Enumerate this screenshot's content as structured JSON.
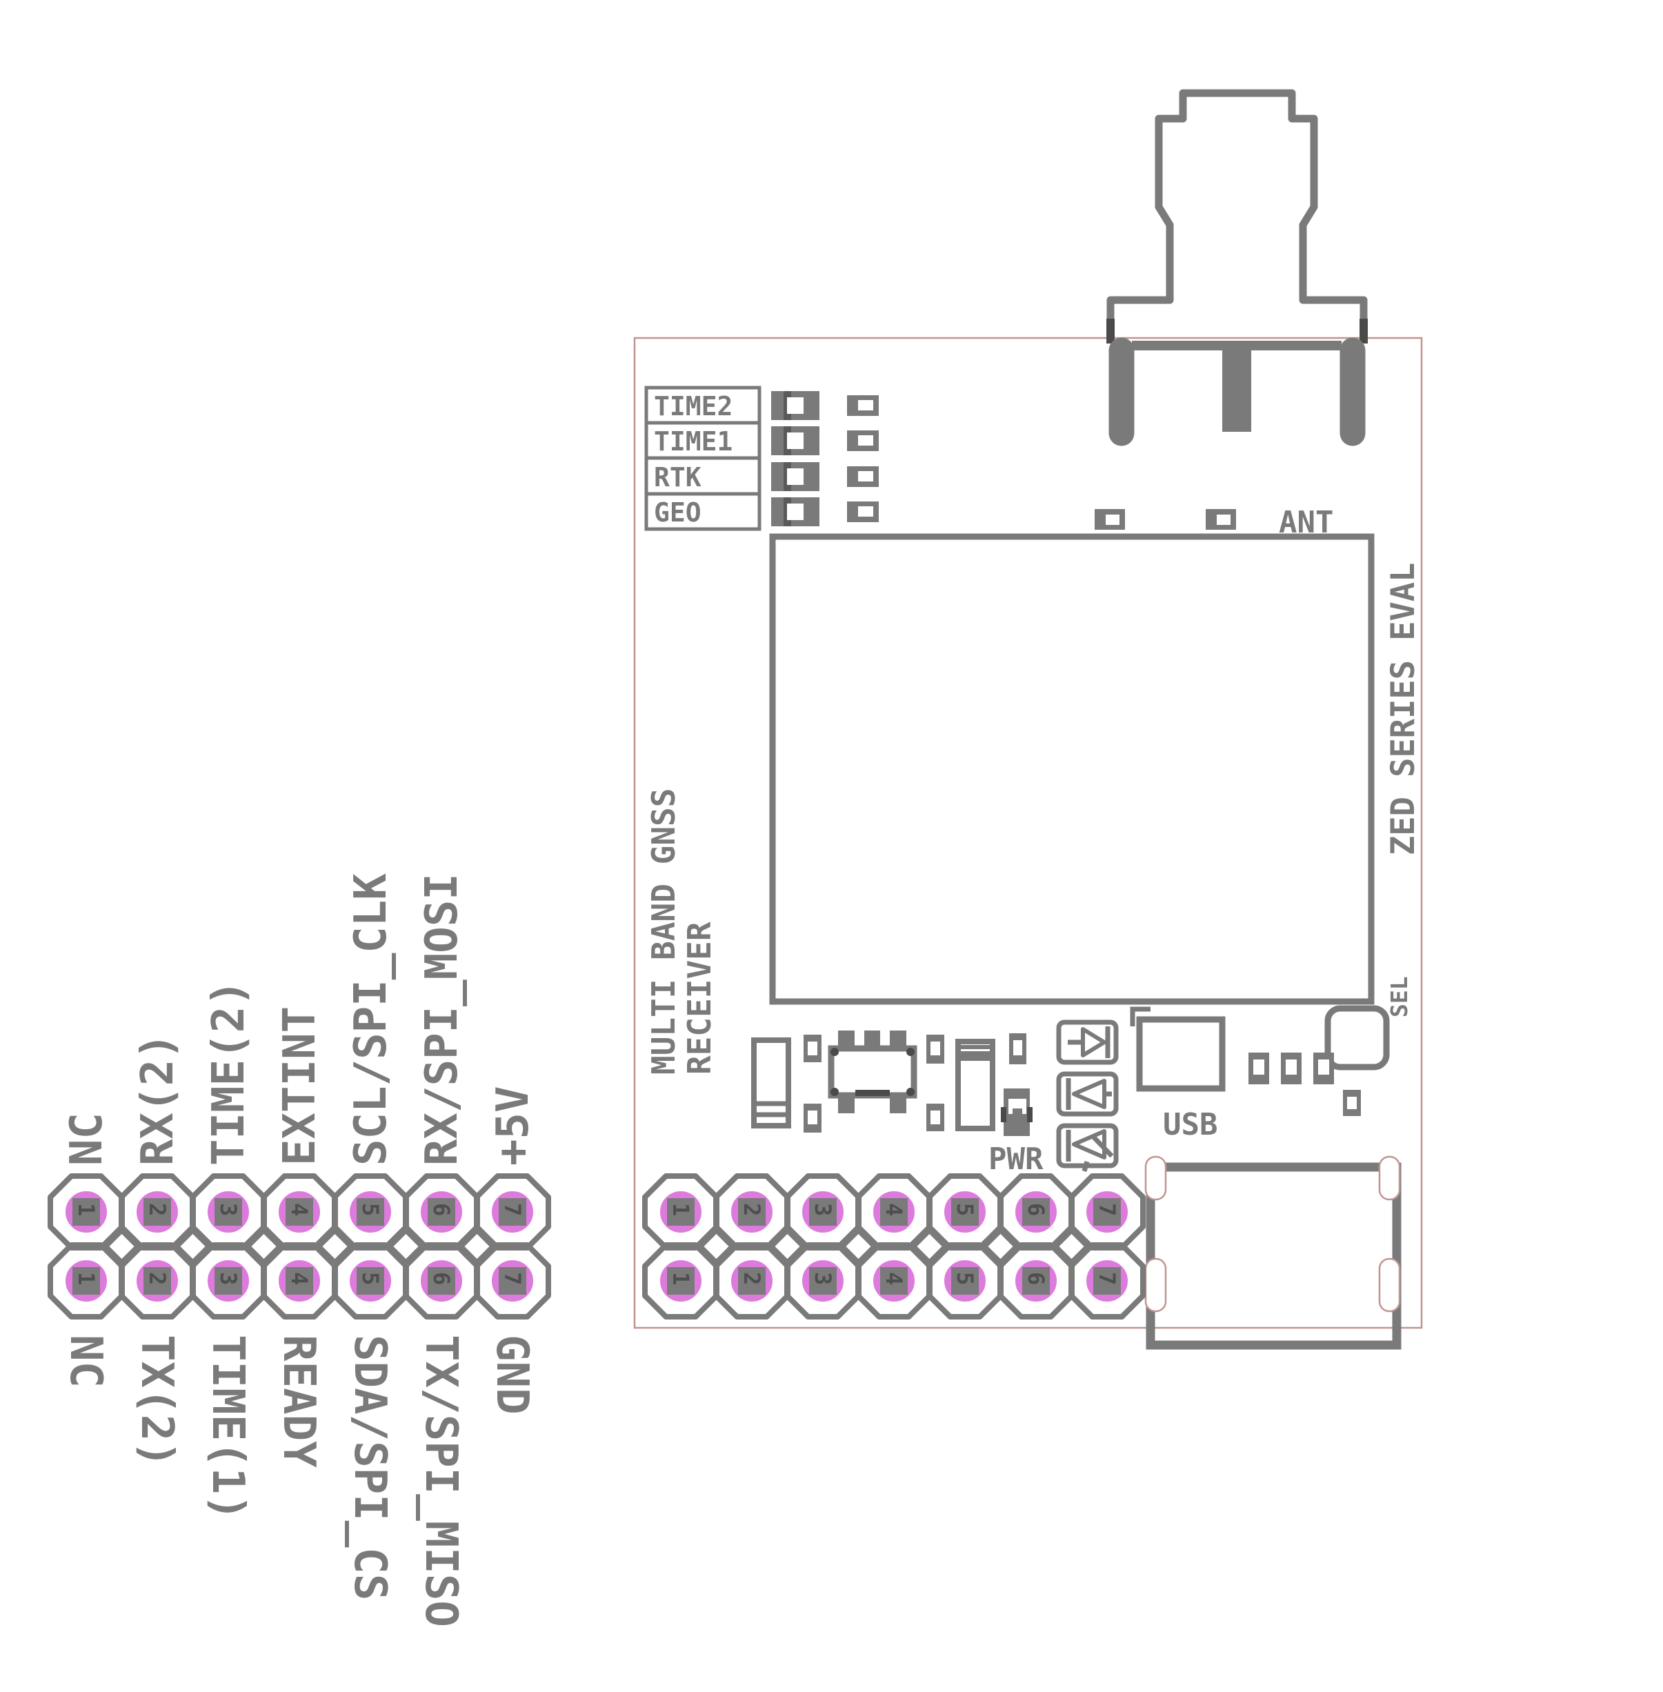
{
  "board": {
    "series_label": "ZED SERIES EVAL",
    "function_label_line1": "MULTI BAND GNSS",
    "function_label_line2": "RECEIVER",
    "ant_label": "ANT",
    "usb_label": "USB",
    "pwr_label": "PWR",
    "sel_label": "SEL",
    "led_labels": [
      "TIME2",
      "TIME1",
      "RTK",
      "GEO"
    ]
  },
  "pin_header": {
    "top_labels": [
      "NC",
      "RX(2)",
      "TIME(2)",
      "EXTINT",
      "SCL/SPI_CLK",
      "RX/SPI_MOSI",
      "+5V"
    ],
    "bottom_labels": [
      "NC",
      "TX(2)",
      "TIME(1)",
      "READY",
      "SDA/SPI_CS",
      "TX/SPI_MISO",
      "GND"
    ],
    "pin_numbers": [
      "1",
      "2",
      "3",
      "4",
      "5",
      "6",
      "7"
    ]
  },
  "colors": {
    "silkscreen": "#7a7a7a",
    "pad_ring": "#dd7bdd",
    "board_outline": "#c09590",
    "dark_overlap": "#4a4a4a",
    "background": "#ffffff"
  }
}
